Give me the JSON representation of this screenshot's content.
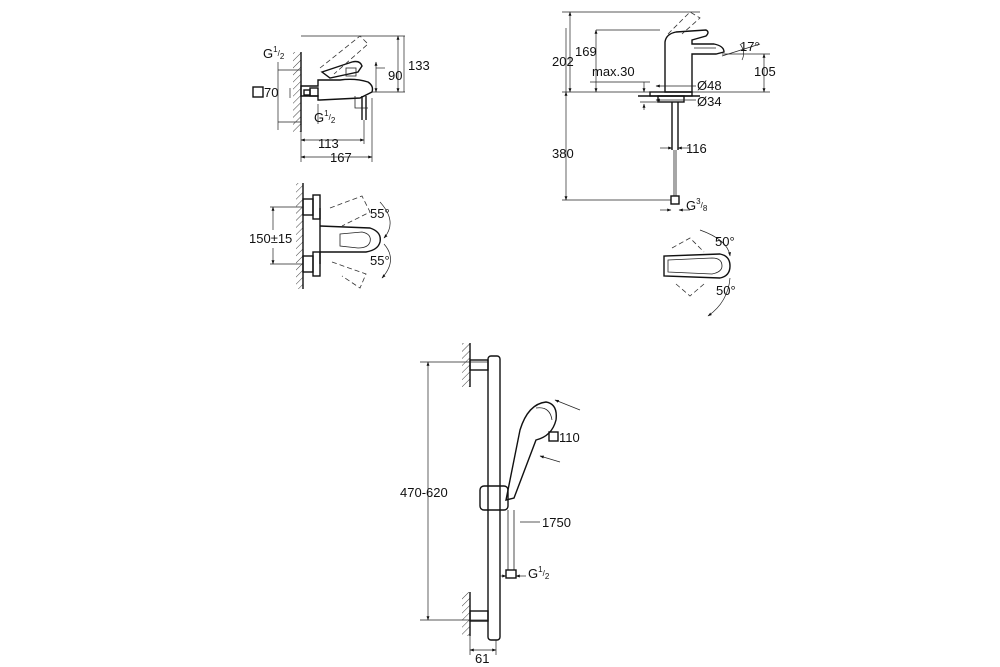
{
  "bath_mixer": {
    "thread_top": {
      "g": "G",
      "num": "1",
      "den": "2"
    },
    "thread_bottom": {
      "g": "G",
      "num": "1",
      "den": "2"
    },
    "square_label": "70",
    "height_90": "90",
    "height_133": "133",
    "depth_113": "113",
    "depth_167": "167",
    "spacing": "150±15",
    "angle_top": "55°",
    "angle_bottom": "55°"
  },
  "basin_mixer": {
    "height_202": "202",
    "height_169": "169",
    "max_30": "max.30",
    "height_380": "380",
    "angle_17": "17°",
    "height_105": "105",
    "dia_48": "Ø48",
    "dia_34": "Ø34",
    "reach_116": "116",
    "thread": {
      "g": "G",
      "num": "3",
      "den": "8"
    },
    "angle_top": "50°",
    "angle_bottom": "50°"
  },
  "shower_rail": {
    "height_range": "470-620",
    "square_label": "110",
    "hose_length": "1750",
    "thread": {
      "g": "G",
      "num": "1",
      "den": "2"
    },
    "wall_offset": "61"
  },
  "icons": [
    "square-symbol-icon",
    "square-symbol-icon",
    "square-symbol-icon"
  ]
}
